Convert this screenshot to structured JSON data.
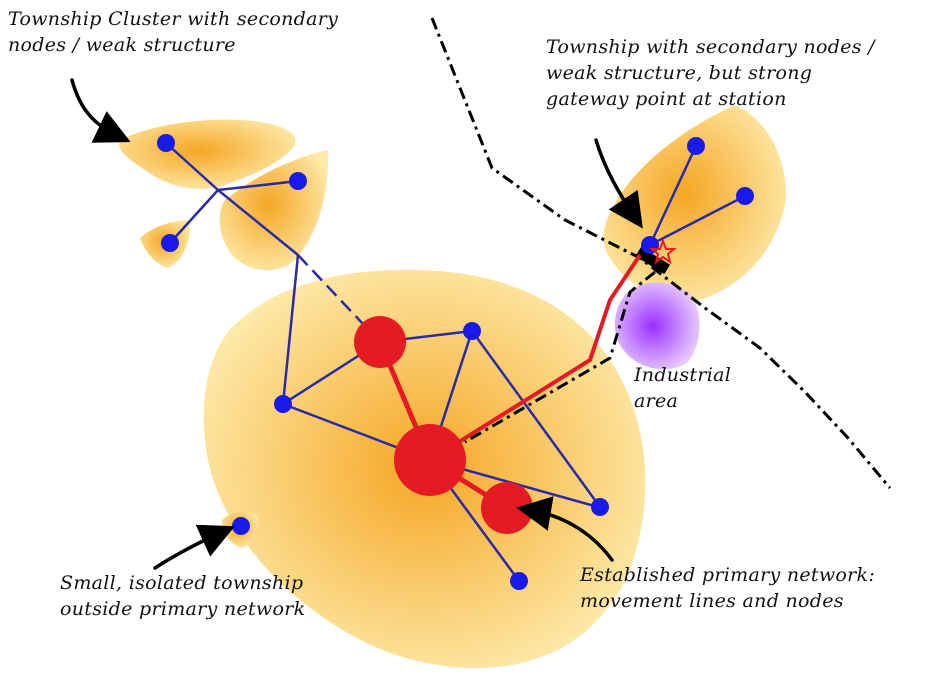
{
  "colors": {
    "zone_orange": "#f5a623",
    "zone_yellow": "#fde9a8",
    "industrial_purple": "#a64dff",
    "secondary_node": "#1a1ae6",
    "secondary_line": "#2a2aa8",
    "primary_node": "#e41b23",
    "primary_line": "#e41b23",
    "rail_line": "#000000",
    "text": "#111111"
  },
  "icons": {
    "gateway": "star-outline-icon",
    "pointer": "curved-arrow-icon"
  },
  "labels": {
    "township_cluster": {
      "line1": "Township Cluster with secondary",
      "line2": "nodes / weak structure"
    },
    "township_gateway": {
      "line1": "Township with secondary nodes /",
      "line2": "weak structure, but strong",
      "line3": "gateway point at station"
    },
    "industrial": {
      "line1": "Industrial",
      "line2": "area"
    },
    "isolated_township": {
      "line1": "Small, isolated township",
      "line2": "outside primary network"
    },
    "primary_network": {
      "line1": "Established primary network:",
      "line2": "movement lines and nodes"
    }
  }
}
